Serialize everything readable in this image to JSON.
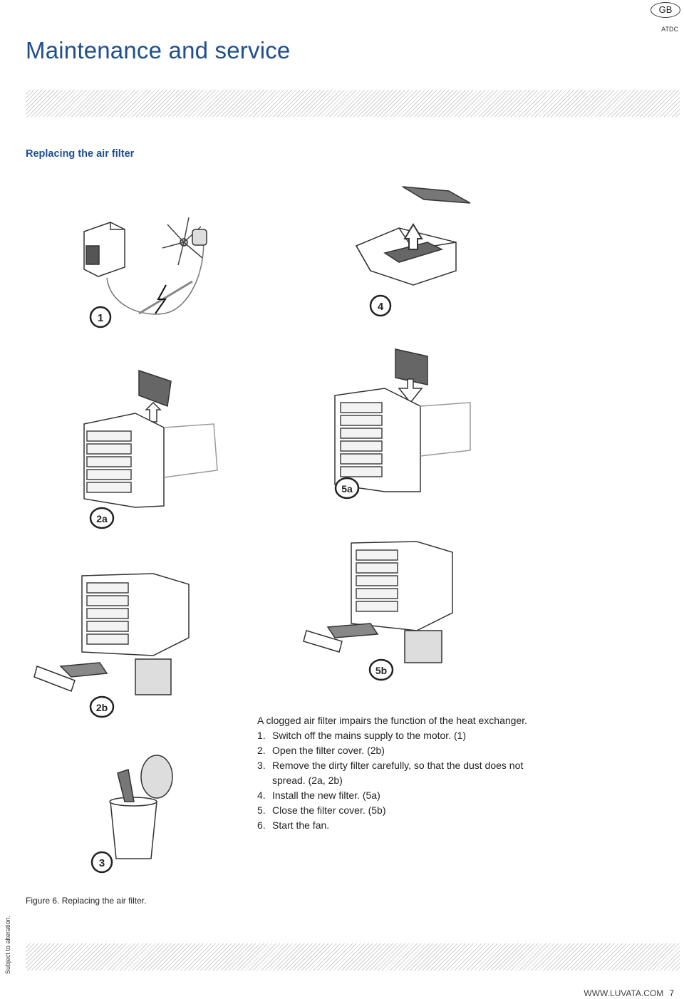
{
  "header": {
    "lang_badge": "GB",
    "doc_code": "ATDC",
    "title": "Maintenance and service"
  },
  "section": {
    "heading": "Replacing the air filter"
  },
  "figure": {
    "step_labels": [
      "1",
      "4",
      "2a",
      "5a",
      "2b",
      "5b",
      "3"
    ],
    "caption": "Figure 6. Replacing the air filter."
  },
  "description": {
    "intro": "A clogged air filter impairs the function of the heat exchanger.",
    "steps": [
      {
        "num": "1.",
        "text": "Switch off the mains supply to the motor. (1)"
      },
      {
        "num": "2.",
        "text": "Open the filter cover. (2b)"
      },
      {
        "num": "3.",
        "text": "Remove the dirty filter carefully, so that the dust does not spread. (2a, 2b)"
      },
      {
        "num": "4.",
        "text": "Install the new filter. (5a)"
      },
      {
        "num": "5.",
        "text": "Close the filter cover. (5b)"
      },
      {
        "num": "6.",
        "text": "Start the fan."
      }
    ]
  },
  "footer": {
    "side_note": "Subject to alteration.",
    "website": "WWW.LUVATA.COM",
    "page_number": "7"
  }
}
